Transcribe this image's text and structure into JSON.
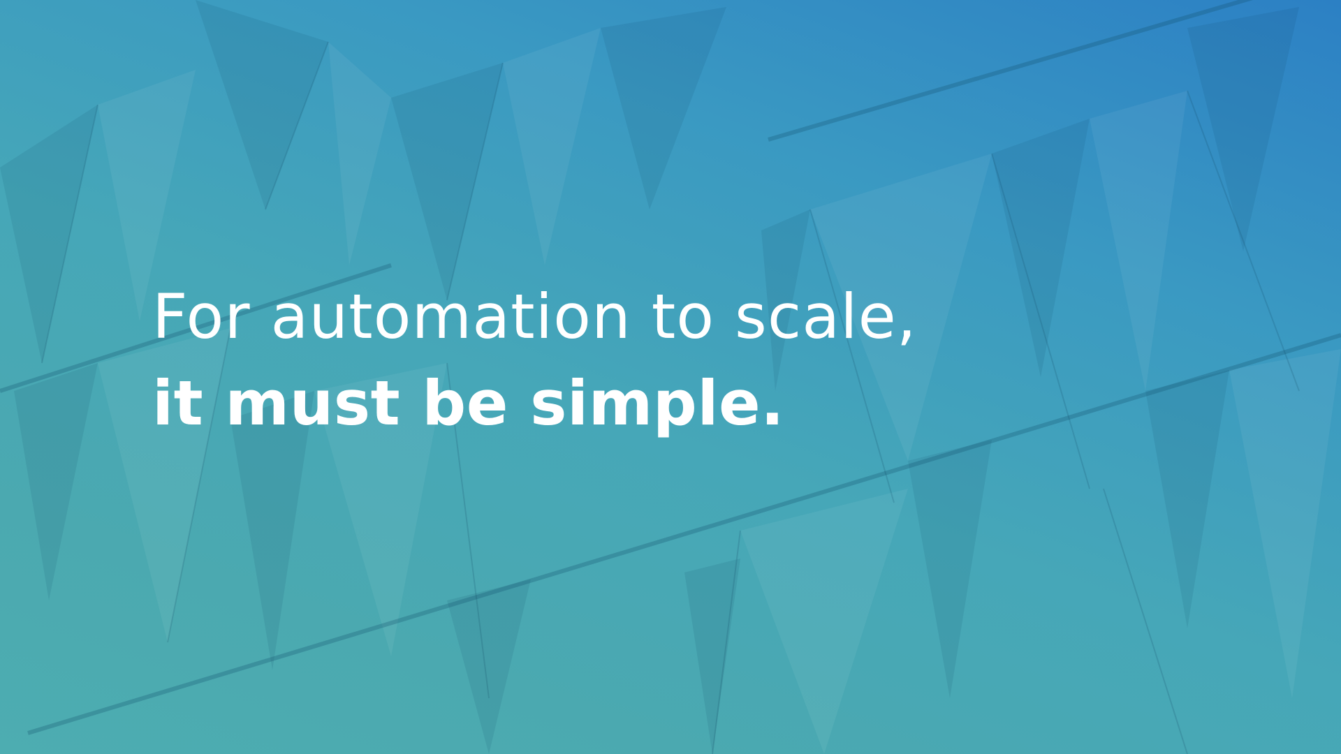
{
  "slide": {
    "headline_line1": "For automation to scale,",
    "headline_line2": "it must be simple.",
    "background": {
      "texture": "faceted triangular wall panels",
      "gradient_top_right": "#2c80c4",
      "gradient_bottom_left": "#4dadb1"
    },
    "text_color": "#ffffff"
  }
}
